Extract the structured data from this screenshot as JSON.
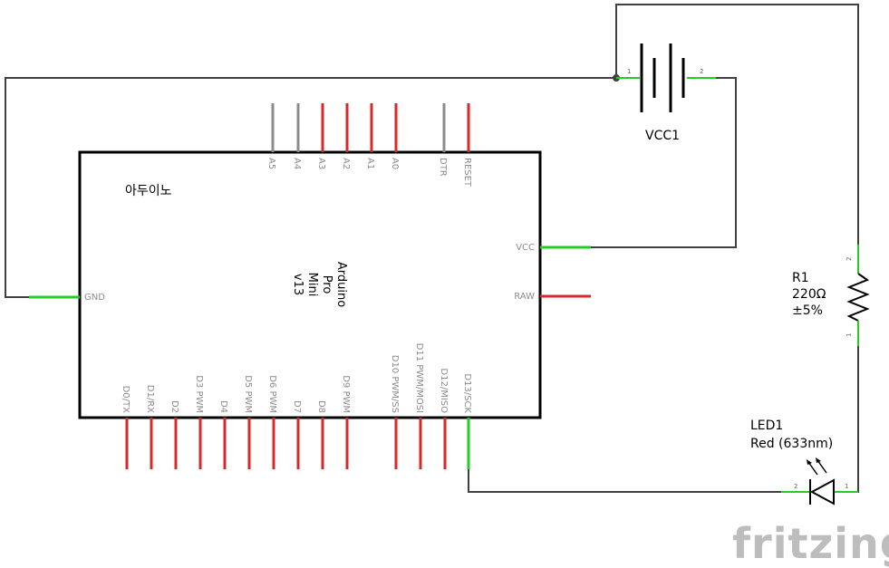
{
  "board": {
    "title": "아두이노",
    "name_lines": [
      "Arduino",
      "Pro",
      "Mini",
      "v13"
    ],
    "top_pins": [
      "A5",
      "A4",
      "A3",
      "A2",
      "A1",
      "A0",
      "DTR",
      "RESET"
    ],
    "bottom_pins": [
      "D0/TX",
      "D1/RX",
      "D2",
      "D3 PWM",
      "D4",
      "D5 PWM",
      "D6 PWM",
      "D7",
      "D8",
      "D9 PWM",
      "D10 PWM/SS",
      "D11 PWM/MOSI",
      "D12/MISO",
      "D13/SCK"
    ],
    "left_pins": [
      "GND"
    ],
    "right_pins": [
      "VCC",
      "RAW"
    ]
  },
  "battery": {
    "label": "VCC1",
    "pin1": "1",
    "pin2": "2"
  },
  "resistor": {
    "label": "R1",
    "value": "220Ω",
    "tolerance": "±5%",
    "pin1": "1",
    "pin2": "2"
  },
  "led": {
    "label": "LED1",
    "value": "Red (633nm)",
    "pin1": "1",
    "pin2": "2"
  },
  "logo": {
    "text": "fritzing"
  },
  "colors": {
    "wire": "#404040",
    "pin_red": "#d62a2a",
    "pin_gray": "#8c8c8c",
    "connected": "#26cc26"
  }
}
